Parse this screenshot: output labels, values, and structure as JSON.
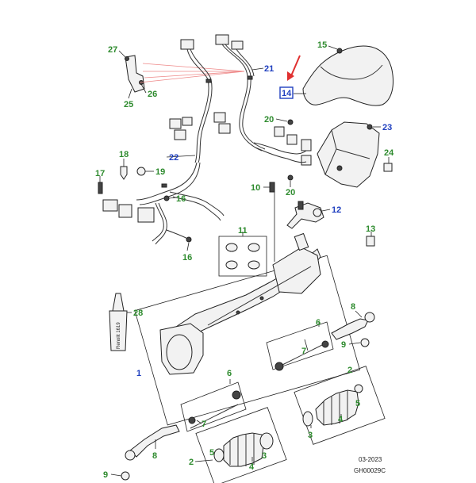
{
  "colors": {
    "green_label": "#2e8b2e",
    "blue_label": "#1f3fbf",
    "arrow": "#e03030",
    "line": "#222222"
  },
  "labels": {
    "l27": "27",
    "l26": "26",
    "l25": "25",
    "l21": "21",
    "l15": "15",
    "l14": "14",
    "l23": "23",
    "l24": "24",
    "l20a": "20",
    "l20b": "20",
    "l22": "22",
    "l18": "18",
    "l17": "17",
    "l19": "19",
    "l16a": "16",
    "l16b": "16",
    "l10": "10",
    "l12": "12",
    "l13": "13",
    "l11": "11",
    "l28": "28",
    "l7a": "7",
    "l6a": "6",
    "l8a": "8",
    "l9a": "9",
    "l1": "1",
    "l6b": "6",
    "l7b": "7",
    "l2a": "2",
    "l5a": "5",
    "l3a": "3",
    "l4a": "4",
    "l8b": "8",
    "l9b": "9",
    "l2b": "2",
    "l3b": "3",
    "l4b": "4",
    "l5b": "5"
  },
  "tube_text": "Renolit 1619",
  "footer": {
    "date": "03-2023",
    "code": "GH00029C"
  }
}
